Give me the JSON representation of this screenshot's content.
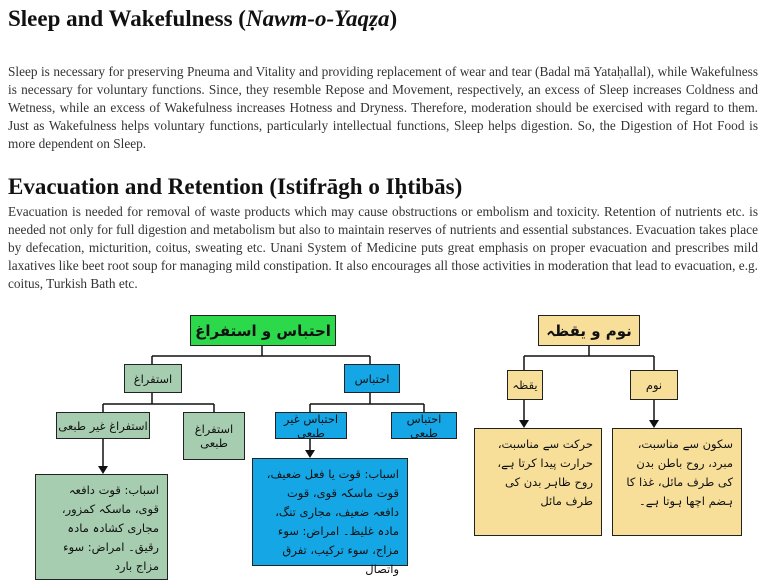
{
  "section1": {
    "title_main": "Sleep and Wakefulness (",
    "title_italic": "Nawm-o-Yaqẓa",
    "title_end": ")",
    "paragraph": "Sleep is necessary for preserving Pneuma and Vitality and providing replacement of wear and tear (Badal mā Yataḥallal), while Wakefulness is necessary for voluntary functions. Since, they resemble Repose and Movement, respectively, an excess of Sleep increases Coldness and Wetness, while an excess of Wakefulness increases Hotness and Dryness. Therefore, moderation should be exercised with regard to them. Just as Wakefulness helps voluntary functions, particularly intellectual functions, Sleep helps digestion. So, the Digestion of Hot Food is more dependent on Sleep."
  },
  "section2": {
    "title": "Evacuation and Retention (Istifrāgh o Iḥtibās)",
    "paragraph": "Evacuation is needed for removal of waste products which may cause obstructions or embolism and toxicity. Retention of nutrients etc. is needed not only for full digestion and metabolism but also to maintain reserves of nutrients and essential substances. Evacuation takes place by defecation, micturition, coitus, sweating etc. Unani System of Medicine puts great emphasis on proper evacuation and prescribes mild laxatives like beet root soup for managing mild constipation. It also encourages all those activities in moderation that lead to evacuation, e.g. coitus, Turkish Bath etc."
  },
  "diagram_left": {
    "root": "احتباس و استفراغ",
    "istifragh": "استفراغ",
    "ihtibas": "احتباس",
    "istifragh_ghair_tabai": "استفراغ غیر طبعی",
    "istifragh_tabai": "استفراغ طبعی",
    "ihtibas_ghair_tabai": "احتباس غیر طبعی",
    "ihtibas_tabai": "احتباس طبعی",
    "istifragh_causes": "اسباب: قوت دافعہ قوی، ماسکہ کمزور، مجاری کشادہ مادہ رقیق۔ امراض: سوء مزاج بارد",
    "ihtibas_causes": "اسباب: قوت یا فعل ضعیف، قوت ماسکہ قوی، قوت دافعہ ضعیف، مجاری تنگ، مادہ غلیظ۔ امراض: سوء مزاج، سوء ترکیب، تفرق واتصال"
  },
  "diagram_right": {
    "root": "نوم و یقظہ",
    "yaqza": "یقظہ",
    "nawm": "نوم",
    "yaqza_desc": "حرکت سے مناسبت، حرارت پیدا کرتا ہے، روح ظاہر بدن کی طرف مائل",
    "nawm_desc": "سکون سے مناسبت، مبرد، روح باطن بدن کی طرف مائل، غذا کا ہضم اچھا ہوتا ہے۔"
  }
}
